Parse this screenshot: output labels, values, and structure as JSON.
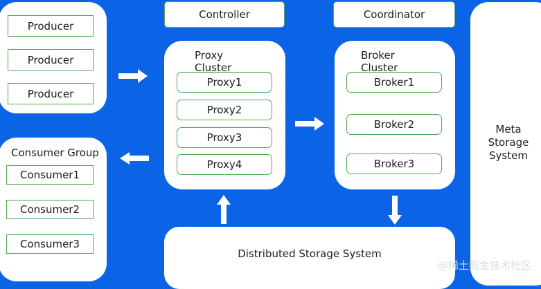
{
  "producers": [
    "Producer",
    "Producer",
    "Producer"
  ],
  "consumer_group": {
    "title": "Consumer Group",
    "consumers": [
      "Consumer1",
      "Consumer2",
      "Consumer3"
    ]
  },
  "controller": "Controller",
  "coordinator": "Coordinator",
  "proxy_cluster": {
    "title_line1": "Proxy",
    "title_line2": "Cluster",
    "proxies": [
      "Proxy1",
      "Proxy2",
      "Proxy3",
      "Proxy4"
    ]
  },
  "broker_cluster": {
    "title_line1": "Broker",
    "title_line2": "Cluster",
    "brokers": [
      "Broker1",
      "Broker2",
      "Broker3"
    ]
  },
  "meta_storage": {
    "line1": "Meta",
    "line2": "Storage",
    "line3": "System"
  },
  "distributed_storage": "Distributed Storage System",
  "watermark": "@稀土掘金技术社区",
  "colors": {
    "background": "#0b64e6",
    "box_border": "#52a553",
    "panel": "#ffffff"
  }
}
